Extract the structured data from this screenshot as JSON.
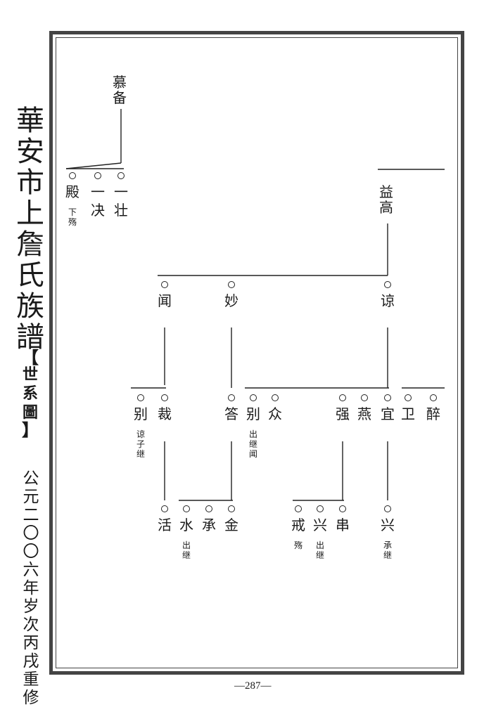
{
  "book_title": "華安市上詹氏族譜",
  "section_title": "世系圖",
  "section_brackets": [
    "【",
    "】"
  ],
  "revision_note": "公元二〇〇六年岁次丙戌重修",
  "page_number": "—287—",
  "ancestors": {
    "left_top": "慕备",
    "right_top": "益高"
  },
  "generation_1": [
    {
      "name": "一壮"
    },
    {
      "name": "一决"
    },
    {
      "name": "殿",
      "note": "下殇"
    }
  ],
  "generation_2": [
    {
      "name": "谅"
    },
    {
      "name": "妙"
    },
    {
      "name": "闻"
    }
  ],
  "generation_3": [
    {
      "name": "醉"
    },
    {
      "name": "卫"
    },
    {
      "name": "宜"
    },
    {
      "name": "燕"
    },
    {
      "name": "强"
    },
    {
      "name": "众"
    },
    {
      "name": "别",
      "note": "出继闻"
    },
    {
      "name": "答"
    },
    {
      "name": "裁"
    },
    {
      "name": "别",
      "note": "谅子继"
    }
  ],
  "generation_4": [
    {
      "name": "兴",
      "note": "承继"
    },
    {
      "name": "串"
    },
    {
      "name": "兴",
      "note": "出继"
    },
    {
      "name": "戒",
      "note": "殇"
    },
    {
      "name": "金"
    },
    {
      "name": "承"
    },
    {
      "name": "水",
      "note": "出继"
    },
    {
      "name": "活"
    }
  ]
}
